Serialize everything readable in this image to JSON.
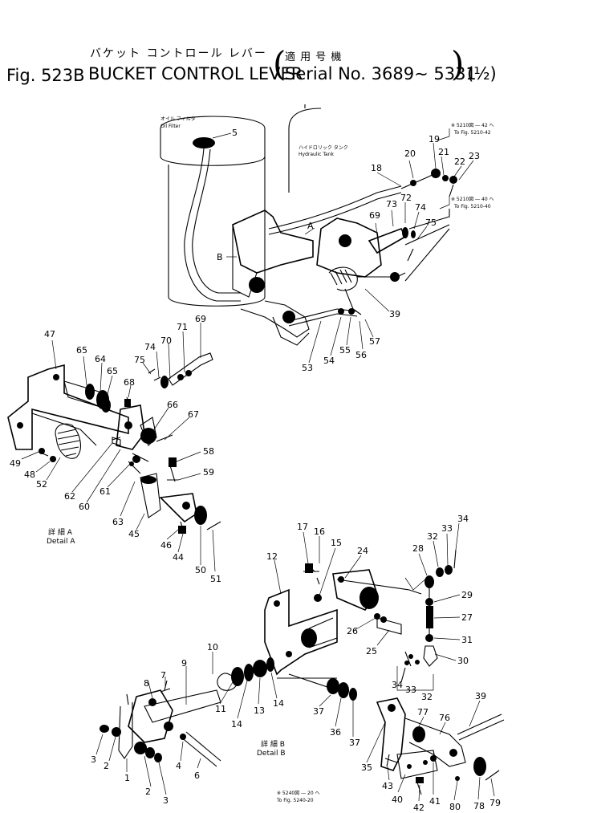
{
  "header": {
    "fig_label": "Fig. 523B",
    "title_jp": "バケット コントロール レバー",
    "title_en": "BUCKET CONTROL LEVER",
    "serial_jp": "適 用 号 機",
    "serial_en": "Serial No. 3689∼ 5331",
    "page_fraction": "(½)"
  },
  "notes": {
    "oil_filter_jp": "オイル フィルタ",
    "oil_filter_en": "Oil Filter",
    "tank_jp": "ハイドロリック タンク",
    "tank_en": "Hydraulic Tank",
    "view_a": "A",
    "view_b": "B",
    "ref_top_jp": "※ 5210図 ― 42 へ",
    "ref_top_en": "To Fig. 5210-42",
    "ref_mid_jp": "※ 5210図 ― 40 へ",
    "ref_mid_en": "To Fig. 5210-40",
    "ref_bottom_jp": "※ 5240図 ― 20 へ",
    "ref_bottom_en": "To Fig. 5240-20",
    "detail_a_jp": "詳 細 A",
    "detail_a_en": "Detail A",
    "detail_b_jp": "詳 細 B",
    "detail_b_en": "Detail B"
  },
  "part_numbers": {
    "p5": "5",
    "p18": "18",
    "p19": "19",
    "p20": "20",
    "p21": "21",
    "p22": "22",
    "p23": "23",
    "p69a": "69",
    "p73a": "73",
    "p72a": "72",
    "p74a": "74",
    "p75a": "75",
    "p39a": "39",
    "p53": "53",
    "p54": "54",
    "p55": "55",
    "p56": "56",
    "p57": "57",
    "p47": "47",
    "p65a": "65",
    "p64": "64",
    "p65b": "65",
    "p75b": "75",
    "p74b": "74",
    "p70": "70",
    "p71": "71",
    "p69b": "69",
    "p68": "68",
    "p66": "66",
    "p67": "67",
    "p49": "49",
    "p48": "48",
    "p52": "52",
    "p62": "62",
    "p60": "60",
    "p61": "61",
    "p63": "63",
    "p45": "45",
    "p58": "58",
    "p59": "59",
    "p46": "46",
    "p44": "44",
    "p50": "50",
    "p51": "51",
    "p17": "17",
    "p16": "16",
    "p15": "15",
    "p12": "12",
    "p24": "24",
    "p28": "28",
    "p32a": "32",
    "p33a": "33",
    "p34a": "34",
    "p29": "29",
    "p27": "27",
    "p26": "26",
    "p25": "25",
    "p31": "31",
    "p30": "30",
    "p34b": "34",
    "p33b": "33",
    "p32b": "32",
    "p10": "10",
    "p8": "8",
    "p7": "7",
    "p9": "9",
    "p11": "11",
    "p14a": "14",
    "p13": "13",
    "p14b": "14",
    "p37a": "37",
    "p36": "36",
    "p37b": "37",
    "p39b": "39",
    "p77": "77",
    "p76": "76",
    "p35": "35",
    "p43": "43",
    "p40": "40",
    "p42": "42",
    "p41": "41",
    "p80": "80",
    "p78": "78",
    "p79": "79",
    "p3a": "3",
    "p2a": "2",
    "p1": "1",
    "p2b": "2",
    "p3b": "3",
    "p4": "4",
    "p6": "6"
  }
}
